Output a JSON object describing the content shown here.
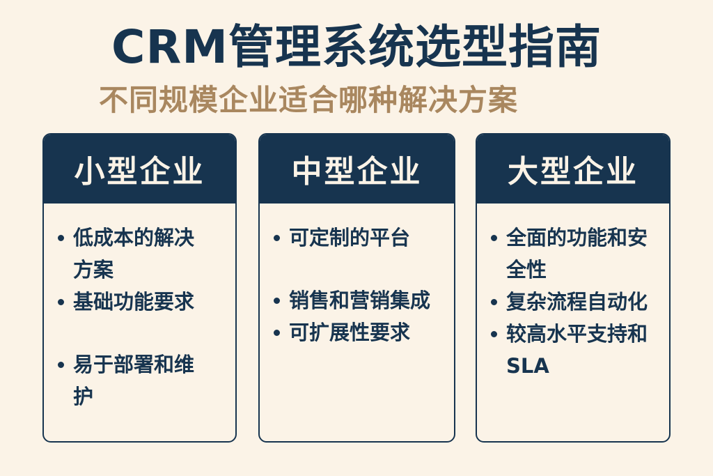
{
  "title": "CRM管理系统选型指南",
  "subtitle": "不同规模企业适合哪种解决方案",
  "colors": {
    "background": "#fbf3e7",
    "primary_navy": "#17344f",
    "accent_gold": "#a9875f"
  },
  "cards": [
    {
      "heading": "小型企业",
      "items": [
        "低成本的解决方案",
        "基础功能要求",
        "易于部署和维护"
      ]
    },
    {
      "heading": "中型企业",
      "items": [
        "可定制的平台",
        "销售和营销集成",
        "可扩展性要求"
      ]
    },
    {
      "heading": "大型企业",
      "items": [
        "全面的功能和安全性",
        "复杂流程自动化",
        "较高水平支持和SLA"
      ]
    }
  ]
}
